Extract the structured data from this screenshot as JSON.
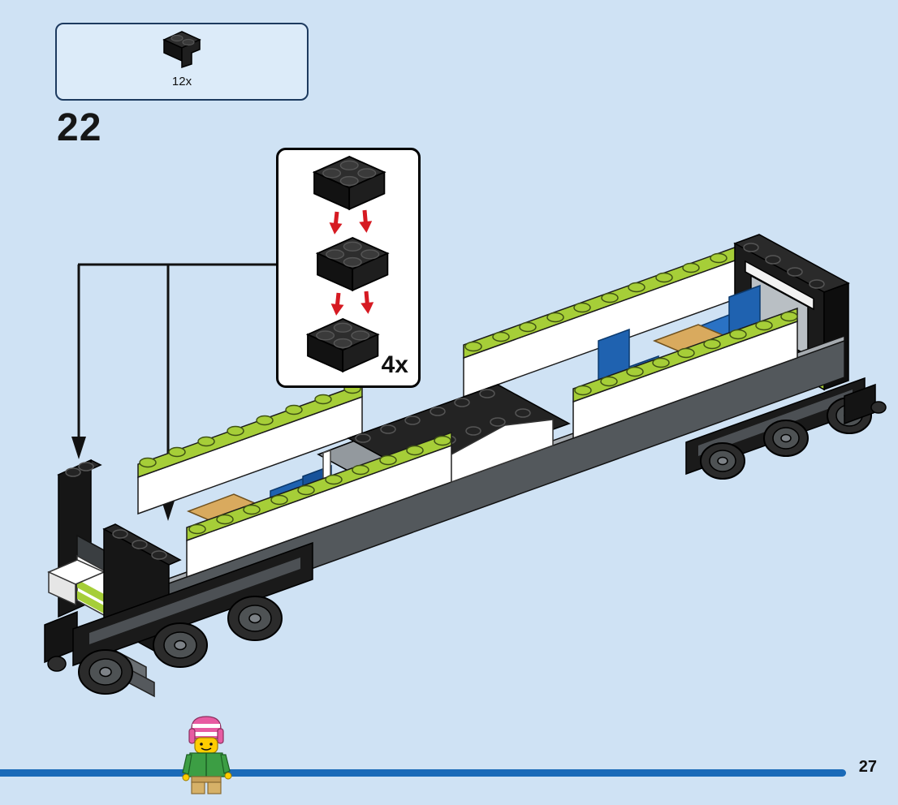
{
  "page": {
    "number": "27",
    "background_color": "#cfe2f4",
    "progress_bar_color": "#1a6ab8"
  },
  "step": {
    "number": "22"
  },
  "parts_callout": {
    "count": "12x",
    "part_icon": "black-bracket-brick-icon",
    "box_fill": "#dcebf9",
    "border_color": "#1d3a5f"
  },
  "subassembly_callout": {
    "count": "4x",
    "repeat_icon": "black-angle-brick-icon",
    "bricks_shown": 3,
    "arrow_color": "#d61a22"
  },
  "model": {
    "illustration": "lego-train-passenger-car-chassis",
    "colors": {
      "lime_green": "#a6ce38",
      "white": "#ffffff",
      "black": "#1a1a1a",
      "chassis_gray": "#53585c",
      "seat_blue": "#1f62b0",
      "table_tan": "#d9aa5e",
      "glass_gray": "#b9bfc4"
    }
  },
  "minifigure": {
    "icon": "child-minifigure-icon",
    "hat_color": "#e75ba2",
    "jacket_color": "#3c9e44",
    "pants_color": "#d6b168"
  }
}
